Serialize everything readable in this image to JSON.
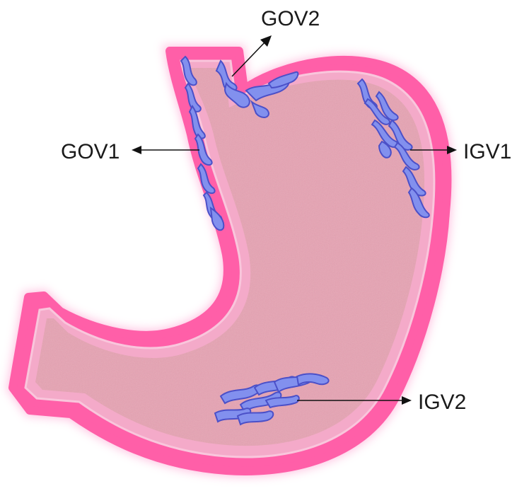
{
  "colors": {
    "outer_wall": "#ff5fa8",
    "glow": "#ff8ac6",
    "inner_lining": "#f4aac9",
    "lumen": "#e6a3b3",
    "varix_fill": "#8290ee",
    "varix_stroke": "#4b50c8",
    "arrow": "#111111"
  },
  "callouts": [
    {
      "id": "gov2",
      "label": "GOV2",
      "icon": "arrow-up-right-icon"
    },
    {
      "id": "gov1",
      "label": "GOV1",
      "icon": "arrow-left-icon"
    },
    {
      "id": "igv1",
      "label": "IGV1",
      "icon": "arrow-right-icon"
    },
    {
      "id": "igv2",
      "label": "IGV2",
      "icon": "arrow-right-icon"
    }
  ]
}
